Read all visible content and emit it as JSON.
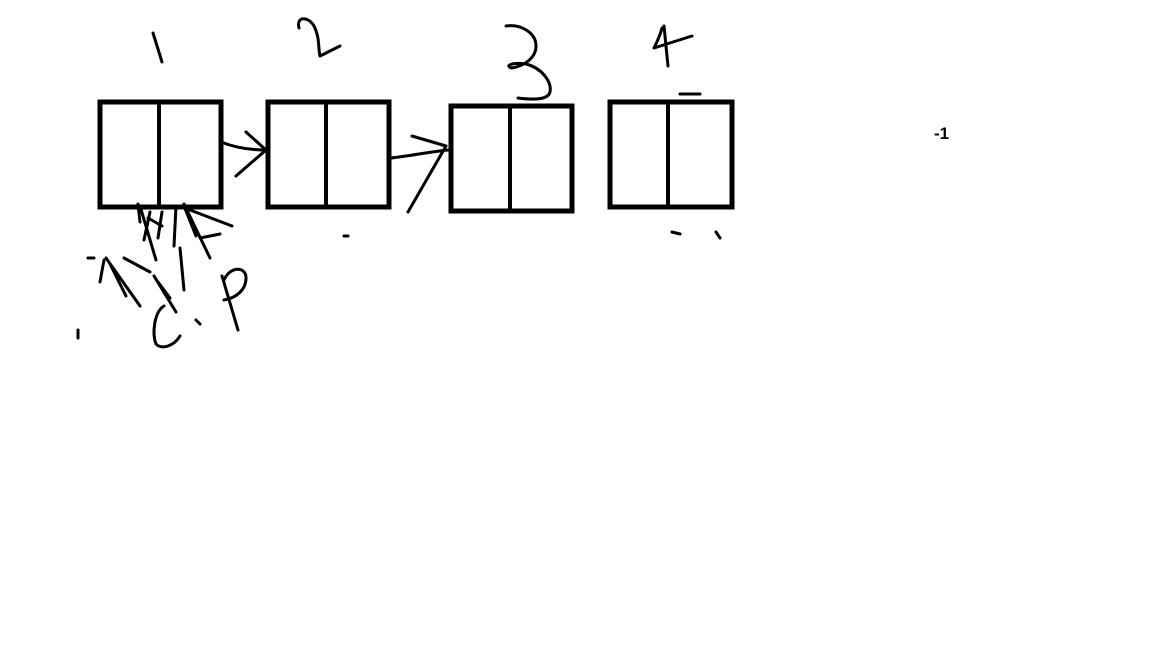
{
  "canvas": {
    "background": "#ffffff",
    "ink_color": "#000000"
  },
  "nodes": [
    {
      "number": "1"
    },
    {
      "number": "2"
    },
    {
      "number": "3"
    },
    {
      "number": "4"
    }
  ],
  "side_label": "-1"
}
